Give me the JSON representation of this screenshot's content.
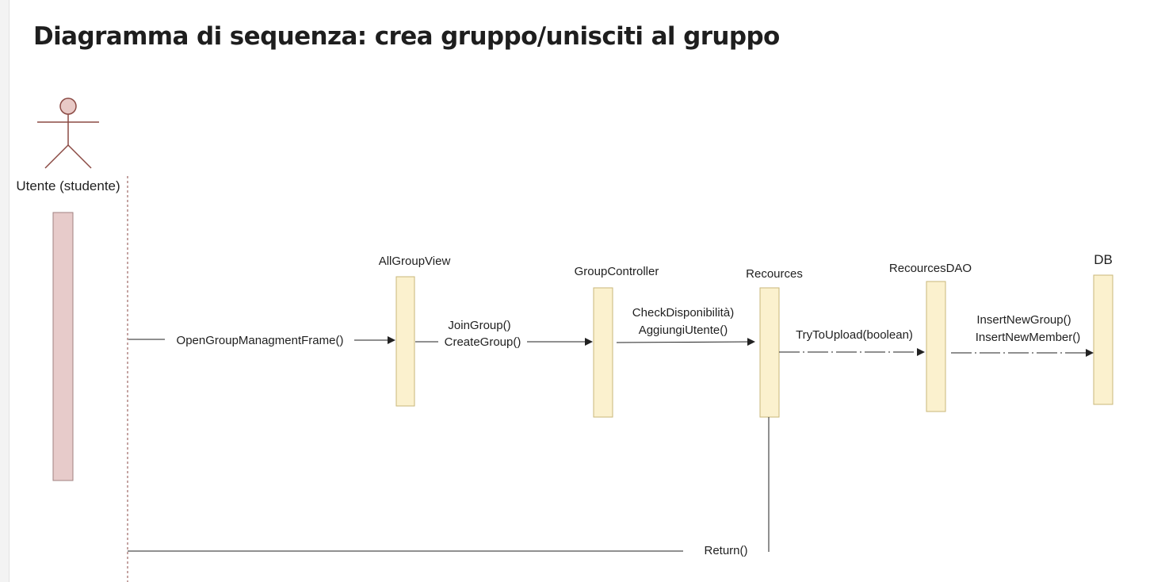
{
  "title": "Diagramma di sequenza: crea gruppo/unisciti al gruppo",
  "actor": {
    "label": "Utente (studente)"
  },
  "lifelines": [
    {
      "id": "allgroupview",
      "label": "AllGroupView"
    },
    {
      "id": "groupcontroller",
      "label": "GroupController"
    },
    {
      "id": "recources",
      "label": "Recources"
    },
    {
      "id": "recourcesdao",
      "label": "RecourcesDAO"
    },
    {
      "id": "db",
      "label": "DB"
    }
  ],
  "messages": [
    {
      "id": "m1",
      "lines": [
        "OpenGroupManagmentFrame()"
      ]
    },
    {
      "id": "m2",
      "lines": [
        "JoinGroup()",
        "CreateGroup()"
      ]
    },
    {
      "id": "m3",
      "lines": [
        "CheckDisponibilità)",
        "AggiungiUtente()"
      ]
    },
    {
      "id": "m4",
      "lines": [
        "TryToUpload(boolean)"
      ]
    },
    {
      "id": "m5",
      "lines": [
        "InsertNewGroup()",
        "InsertNewMember()"
      ]
    },
    {
      "id": "m6",
      "lines": [
        "Return()"
      ]
    }
  ],
  "colors": {
    "actor_stroke": "#8b4a44",
    "actor_fill": "#e8c9c6",
    "activation_fill": "#fbf1ce",
    "activation_stroke": "#c9b77a",
    "actor_activation_fill": "#e7cbca",
    "actor_activation_stroke": "#a08280",
    "line": "#222222"
  }
}
